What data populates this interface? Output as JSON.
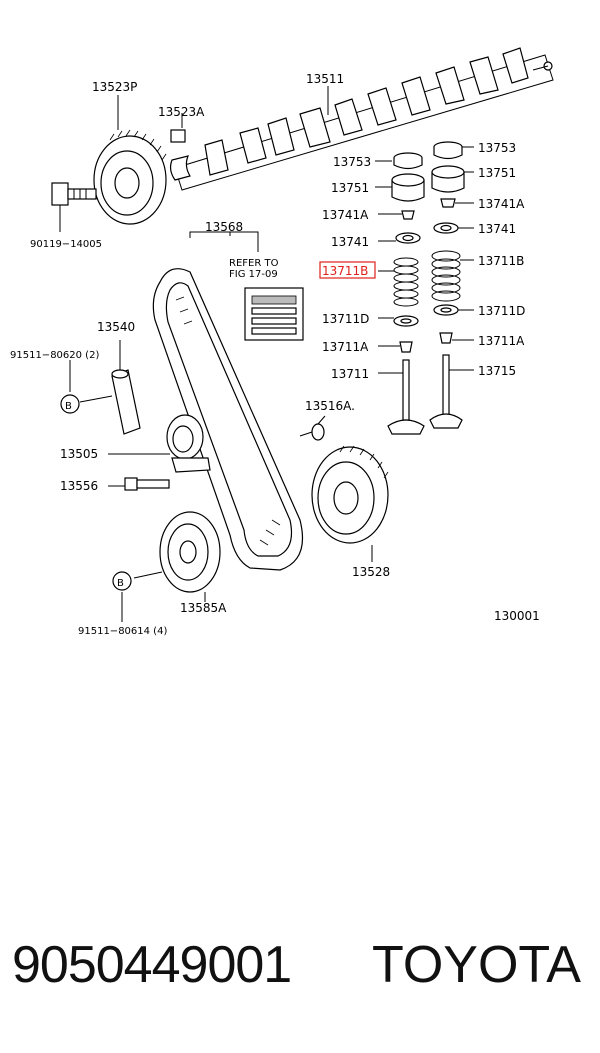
{
  "diagram": {
    "labels": {
      "p13523P": "13523P",
      "p13523A": "13523A",
      "p13511": "13511",
      "p90119": "90119−14005",
      "p13753a": "13753",
      "p13753b": "13753",
      "p13751a": "13751",
      "p13751b": "13751",
      "p13741Aa": "13741A",
      "p13741Ab": "13741A",
      "p13741a": "13741",
      "p13741b": "13741",
      "p13711Ba": "13711B",
      "p13711Bb": "13711B",
      "p13711Da": "13711D",
      "p13711Db": "13711D",
      "p13711Aa": "13711A",
      "p13711Ab": "13711A",
      "p13711": "13711",
      "p13715": "13715",
      "p13568": "13568",
      "refer1": "REFER TO",
      "refer2": "FIG 17-09",
      "p13540": "13540",
      "p91511_620": "91511−80620 (2)",
      "bA": "B",
      "p13516A": "13516A.",
      "p13505": "13505",
      "p13556": "13556",
      "p13528": "13528",
      "bB": "B",
      "p13585A": "13585A",
      "p91511_614": "91511−80614 (4)",
      "ref": "130001"
    },
    "highlight_color": "#e0201c"
  },
  "footer": {
    "part_number": "9050449001",
    "brand": "TOYOTA"
  }
}
